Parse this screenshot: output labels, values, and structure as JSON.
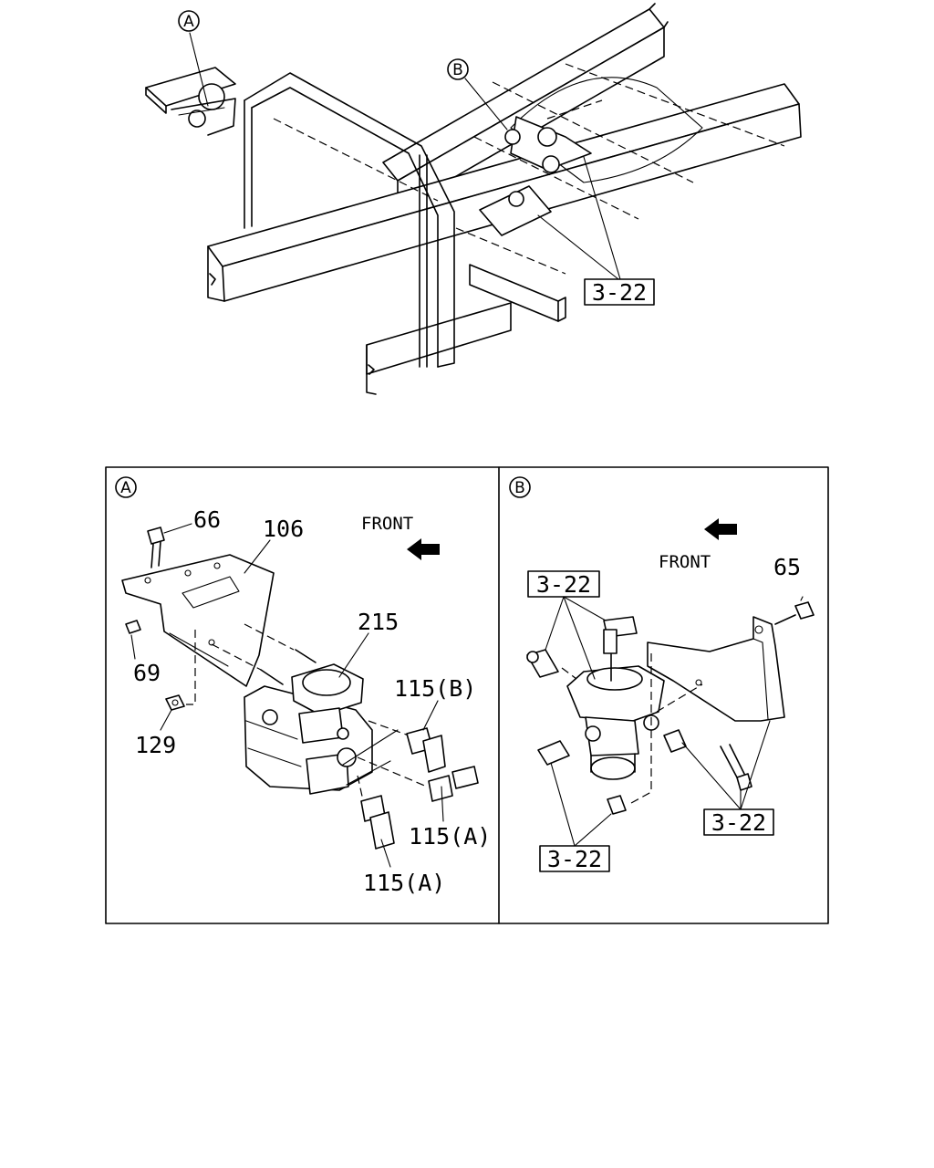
{
  "top_view": {
    "callout_a": "A",
    "callout_b": "B",
    "ref_box": "3-22"
  },
  "detail_a": {
    "badge": "A",
    "front": "FRONT",
    "labels": {
      "part_66": "66",
      "part_106": "106",
      "part_69": "69",
      "part_129": "129",
      "part_215": "215",
      "part_115b": "115(B)",
      "part_115a_right": "115(A)",
      "part_115a_bottom": "115(A)"
    }
  },
  "detail_b": {
    "badge": "B",
    "front": "FRONT",
    "labels": {
      "part_65": "65",
      "ref_top_left": "3-22",
      "ref_right": "3-22",
      "ref_bottom": "3-22"
    }
  }
}
